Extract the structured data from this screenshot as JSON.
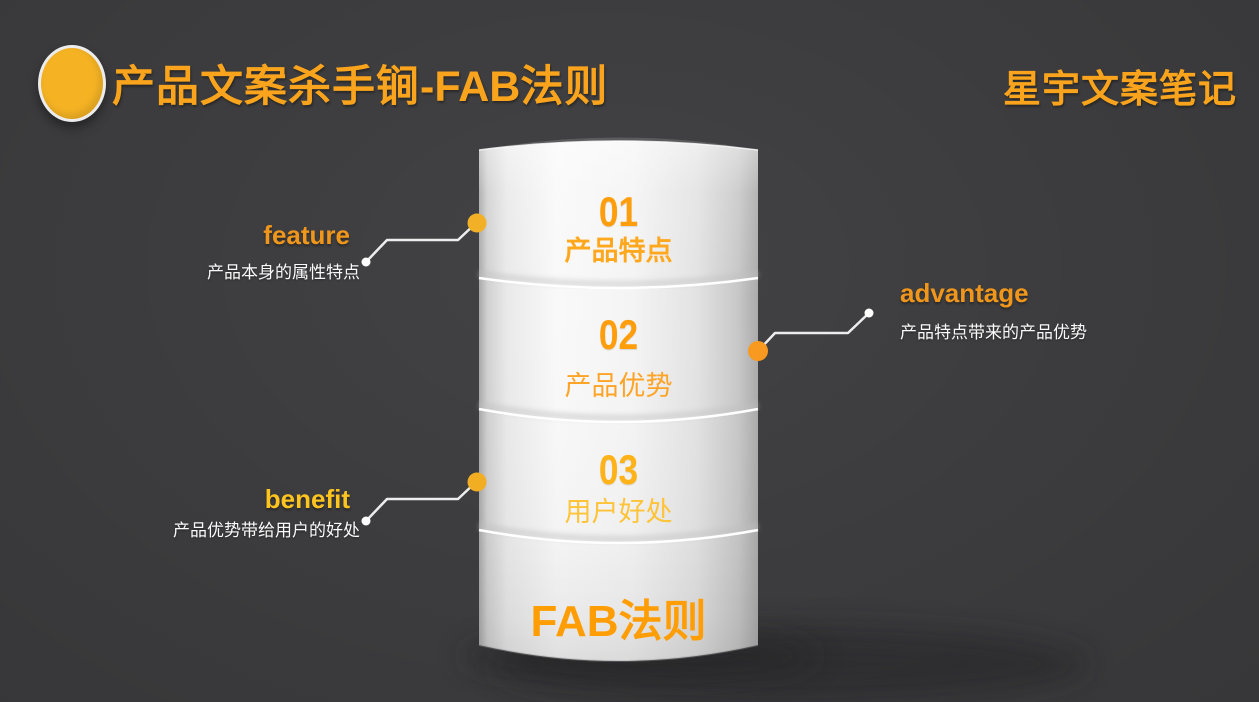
{
  "slide": {
    "background_color": "#3d3d3f",
    "header": {
      "title_zh_left": "产品文案杀手锏",
      "title_en": "-FAB",
      "title_zh_right": "法则",
      "title_color": "#F9A41C",
      "brand": "星宇文案笔记",
      "brand_color": "#F9A41C",
      "circle_color": "#F5B324"
    },
    "cylinder": {
      "caption": "FAB法则",
      "caption_color": "#FF9D05",
      "sections": [
        {
          "number": "01",
          "label": "产品特点",
          "number_color": "#FF9D0A",
          "label_color": "#FFA81E"
        },
        {
          "number": "02",
          "label": "产品优势",
          "number_color": "#FF9D0A",
          "label_color": "#FFA426"
        },
        {
          "number": "03",
          "label": "用户好处",
          "number_color": "#FFB318",
          "label_color": "#FFC338"
        }
      ]
    },
    "callouts": {
      "feature": {
        "label": "feature",
        "desc": "产品本身的属性特点",
        "label_color": "#F0961B",
        "dot_color": "#F2AE22"
      },
      "advantage": {
        "label": "advantage",
        "desc": "产品特点带来的产品优势",
        "label_color": "#F0961B",
        "dot_color": "#F8971C"
      },
      "benefit": {
        "label": "benefit",
        "desc": "产品优势带给用户的好处",
        "label_color": "#FFC41E",
        "dot_color": "#F2AE22"
      }
    },
    "connector_color": "#EDEDED",
    "desc_color": "#FAFAFA"
  }
}
